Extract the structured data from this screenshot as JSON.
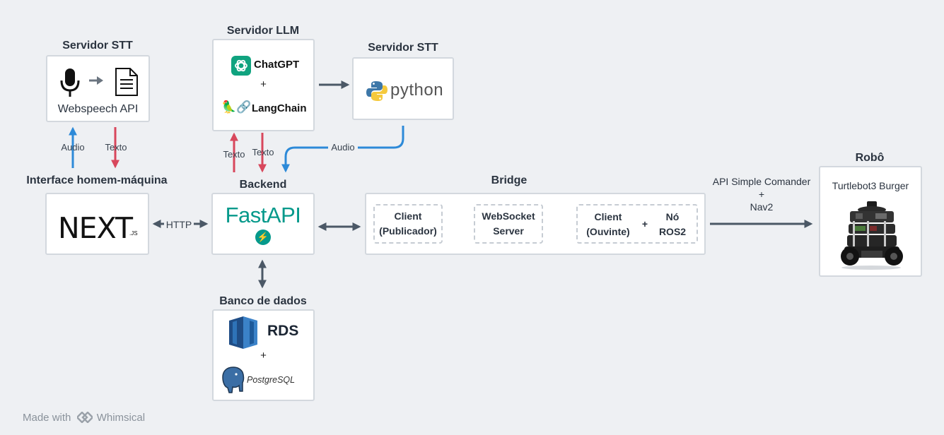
{
  "colors": {
    "arrow_gray": "#4b5866",
    "arrow_blue": "#2d8ad8",
    "arrow_red": "#d8475c",
    "fastapi_teal": "#05998b",
    "chatgpt_green": "#10a37f",
    "rds_blue": "#2e73b8"
  },
  "stt_left": {
    "title": "Servidor STT",
    "service": "Webspeech API",
    "icons": [
      "microphone-icon",
      "arrow-right-icon",
      "document-icon"
    ]
  },
  "llm": {
    "title": "Servidor LLM",
    "chatgpt": "ChatGPT",
    "plus": "+",
    "langchain": "LangChain",
    "langchain_emoji": "🦜🔗"
  },
  "stt_right": {
    "title": "Servidor STT",
    "logo_text": "python"
  },
  "hmi": {
    "title": "Interface homem-máquina",
    "logo_text": "NEXT",
    "logo_suffix": ".JS"
  },
  "backend": {
    "title": "Backend",
    "logo_text": "FastAPI",
    "bolt": "⚡"
  },
  "database": {
    "title": "Banco de dados",
    "rds": "RDS",
    "plus": "+",
    "postgres": "PostgreSQL"
  },
  "bridge": {
    "title": "Bridge",
    "client_pub": {
      "line1": "Client",
      "line2": "(Publicador)"
    },
    "websocket": {
      "line1": "WebSocket",
      "line2": "Server"
    },
    "client_sub": {
      "line1": "Client",
      "line2": "(Ouvinte)"
    },
    "plus": "+",
    "node": {
      "line1": "Nó",
      "line2": "ROS2"
    }
  },
  "robot": {
    "title": "Robô",
    "name": "Turtlebot3 Burger"
  },
  "connections": {
    "audio_left": "Audio",
    "texto_left": "Texto",
    "texto_llm_up": "Texto",
    "texto_llm_down": "Texto",
    "audio_right": "Audio",
    "http": "HTTP",
    "api_line1": "API Simple Comander",
    "api_line2": "+",
    "api_line3": "Nav2"
  },
  "footer": {
    "prefix": "Made with",
    "brand": "Whimsical"
  }
}
